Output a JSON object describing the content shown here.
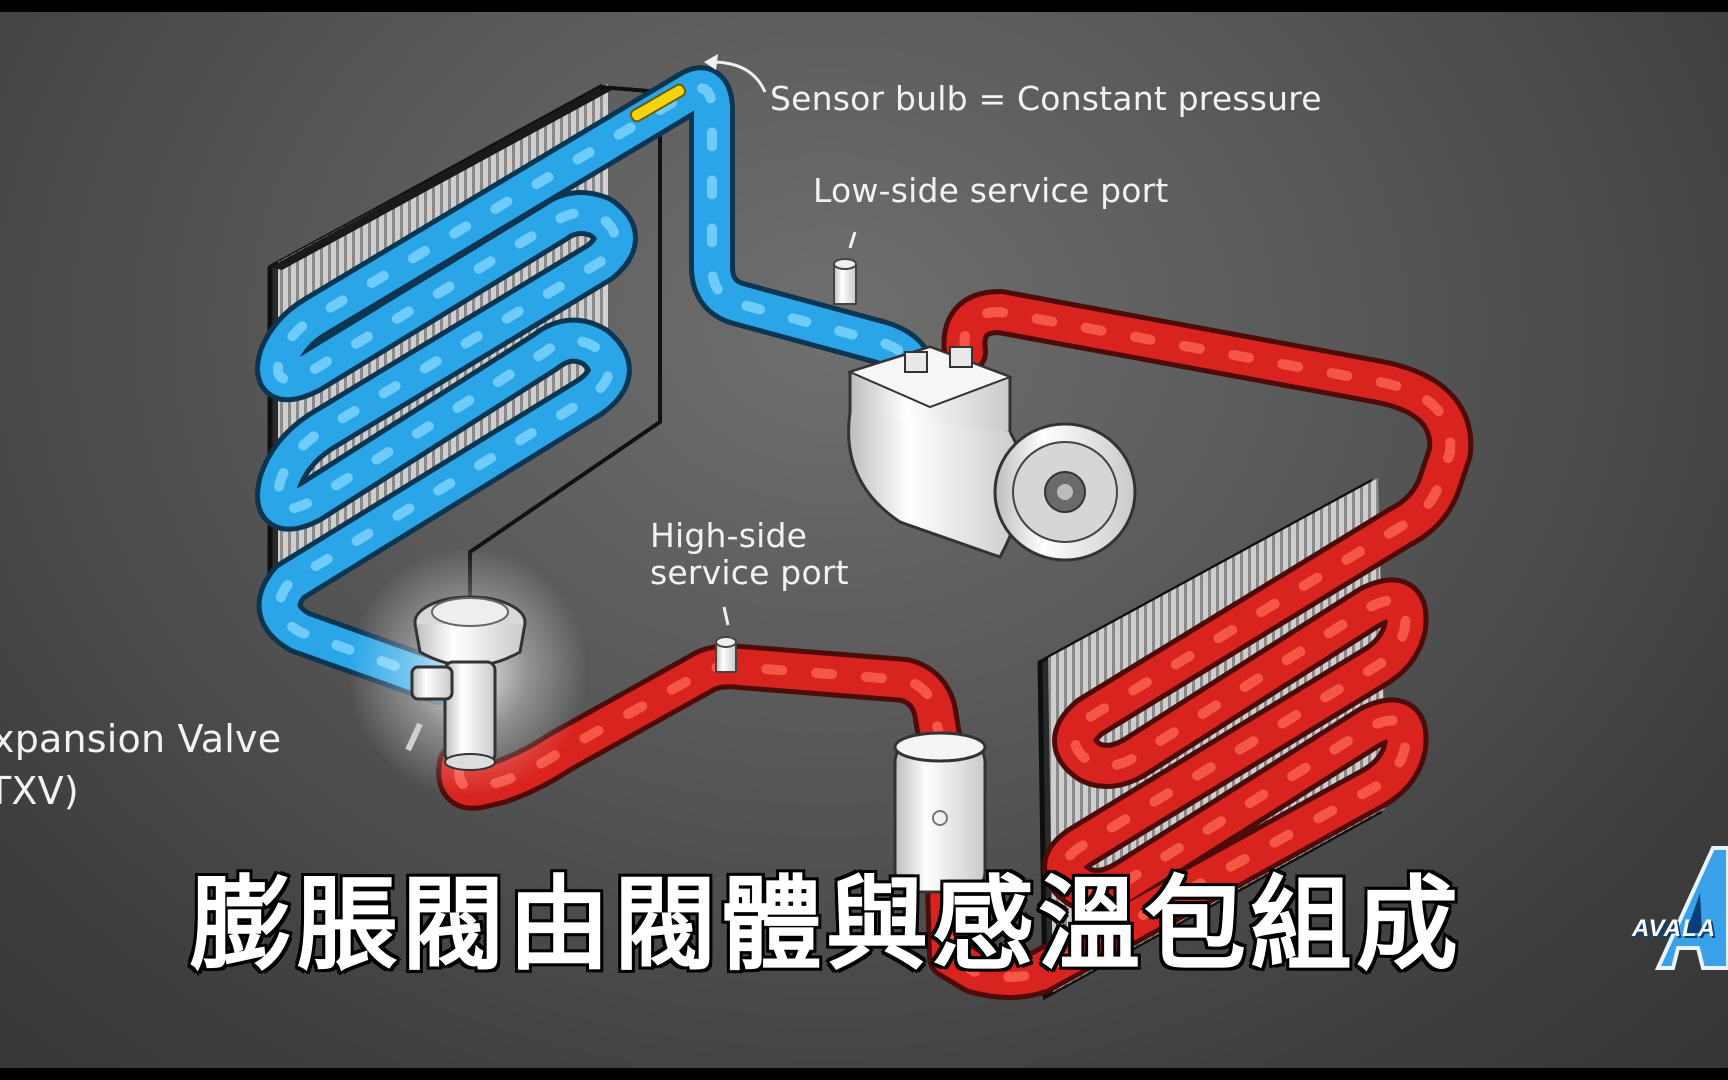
{
  "labels": {
    "sensor_bulb": "Sensor bulb = Constant pressure",
    "low_side_port": "Low-side service port",
    "high_side_port_line1": "High-side",
    "high_side_port_line2": "service port",
    "txv_line1": "xpansion Valve",
    "txv_line2": "TXV)"
  },
  "subtitle": "膨脹閥由閥體與感溫包組成",
  "logo": {
    "text": "AVALA",
    "icon": "avalanche-logo"
  },
  "colors": {
    "low_side_refrigerant": "#2aa6e8",
    "high_side_refrigerant": "#d8231e",
    "sensor_bulb": "#f2d411",
    "background": "#555555"
  }
}
